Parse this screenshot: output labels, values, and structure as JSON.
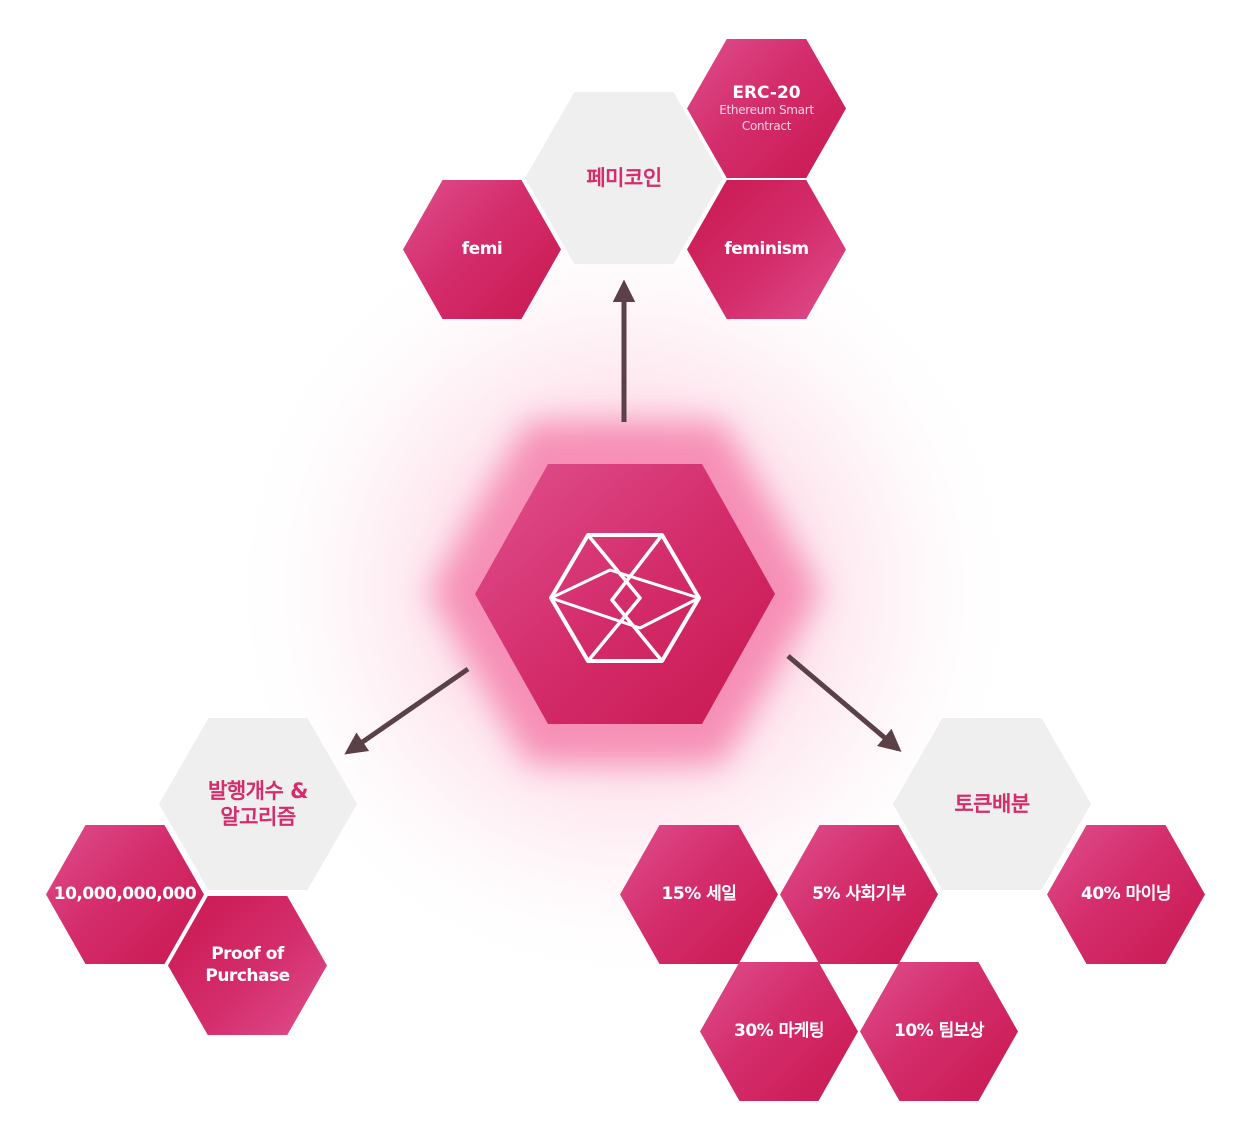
{
  "colors": {
    "accent": "#d42d6c",
    "accent_dark": "#c9184f",
    "accent_light": "#df4f8c",
    "neutral": "#efefef",
    "arrow": "#5b4048"
  },
  "center": {
    "icon": "femicoin-logo-icon"
  },
  "top_group": {
    "title": "페미코인",
    "items": {
      "femi": "femi",
      "feminism": "feminism",
      "erc_title": "ERC-20",
      "erc_sub1": "Ethereum Smart",
      "erc_sub2": "Contract"
    }
  },
  "left_group": {
    "title_line1": "발행개수 &",
    "title_line2": "알고리즘",
    "supply": "10,000,000,000",
    "proof_line1": "Proof of",
    "proof_line2": "Purchase"
  },
  "right_group": {
    "title": "토큰배분",
    "items": {
      "sale": "15% 세일",
      "social": "5% 사회기부",
      "mining": "40% 마이닝",
      "marketing": "30% 마케팅",
      "team": "10% 팀보상"
    }
  }
}
